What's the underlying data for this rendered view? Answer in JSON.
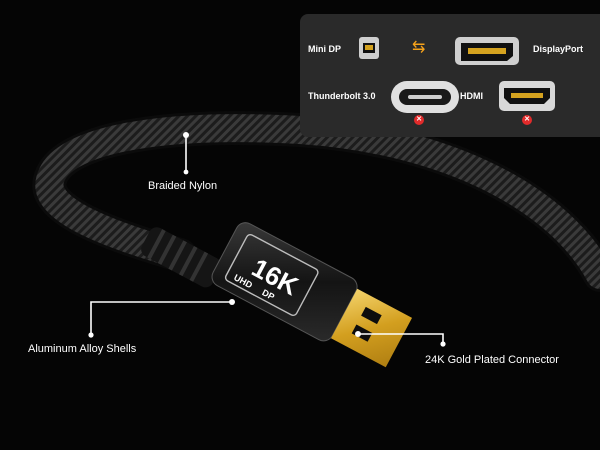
{
  "panel": {
    "labels": {
      "mini_dp": "Mini DP",
      "displayport": "DisplayPort",
      "thunderbolt": "Thunderbolt 3.0",
      "hdmi": "HDMI"
    },
    "swap_icon": "swap-arrows-icon",
    "incompatible_icon": "x-circle-icon"
  },
  "connector_text": {
    "line1": "16K",
    "line2": "UHD",
    "line3": "DP"
  },
  "callouts": {
    "braided": "Braided Nylon",
    "aluminum": "Aluminum Alloy Shells",
    "gold": "24K Gold Plated Connector"
  },
  "colors": {
    "background": "#050505",
    "panel": "#2a2a2a",
    "gold": "#e0b12a",
    "swap_arrow": "#f5a21b",
    "incompatible": "#e22b2b"
  }
}
